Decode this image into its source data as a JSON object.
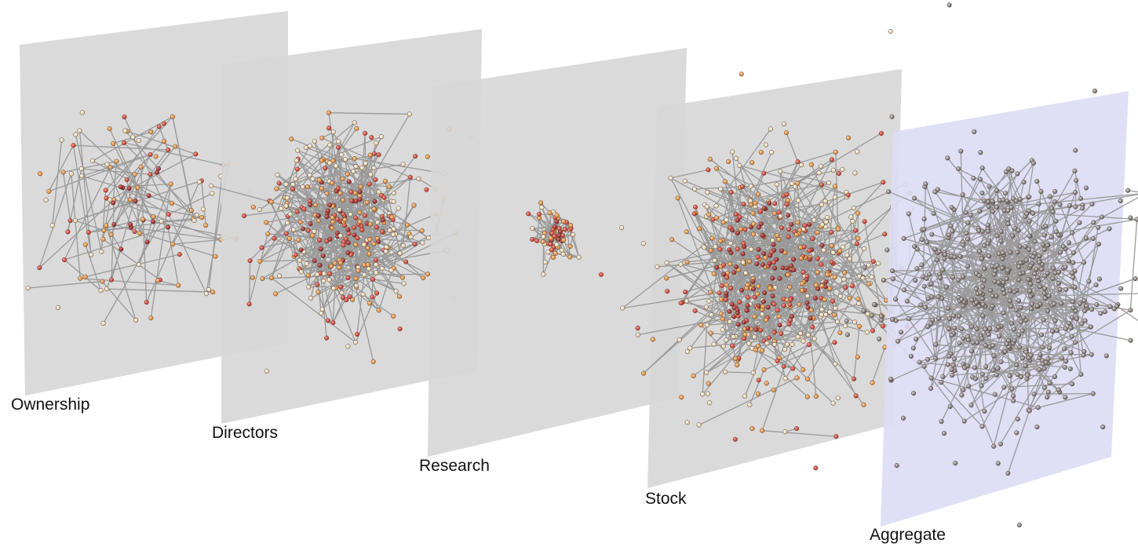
{
  "layers": [
    {
      "id": "ownership",
      "label": "Ownership",
      "plane_color": "#d6d6d6",
      "node_style": "colored",
      "nodes": 120
    },
    {
      "id": "directors",
      "label": "Directors",
      "plane_color": "#d6d6d6",
      "node_style": "colored",
      "nodes": 330
    },
    {
      "id": "research",
      "label": "Research",
      "plane_color": "#d6d6d6",
      "node_style": "colored",
      "nodes": 65
    },
    {
      "id": "stock",
      "label": "Stock",
      "plane_color": "#d6d6d6",
      "node_style": "colored",
      "nodes": 520
    },
    {
      "id": "aggregate",
      "label": "Aggregate",
      "plane_color": "#dcdcf5",
      "node_style": "gray",
      "nodes": 560
    }
  ],
  "colors": {
    "edge": "#9a9a9a",
    "node_dark_red": "#8c1a1a",
    "node_red": "#c8302a",
    "node_orange": "#e0893a",
    "node_cream": "#f0deb0",
    "node_gray": "#7a7a7a"
  }
}
